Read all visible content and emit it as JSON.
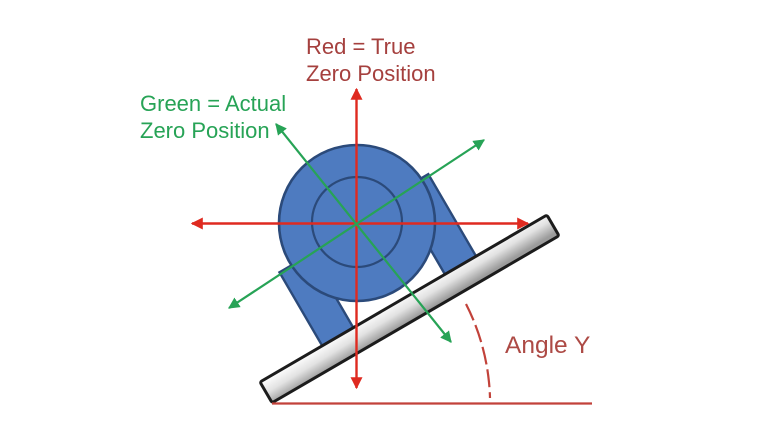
{
  "diagram": {
    "labels": {
      "red_legend_line1": "Red = True",
      "red_legend_line2": "Zero Position",
      "green_legend_line1": "Green = Actual",
      "green_legend_line2": "Zero Position",
      "angle_label": "Angle Y"
    },
    "colors": {
      "red_arrow": "#df2a20",
      "red_text": "#a5403e",
      "arc_and_baseline_red": "#c2423a",
      "green": "#27a356",
      "motor_fill": "#4e7bc0",
      "motor_outline": "#2b4a7a",
      "plate_border": "#1c1c1c",
      "plate_fill_light": "#ffffff",
      "plate_fill_dark": "#9c9c9c"
    }
  }
}
